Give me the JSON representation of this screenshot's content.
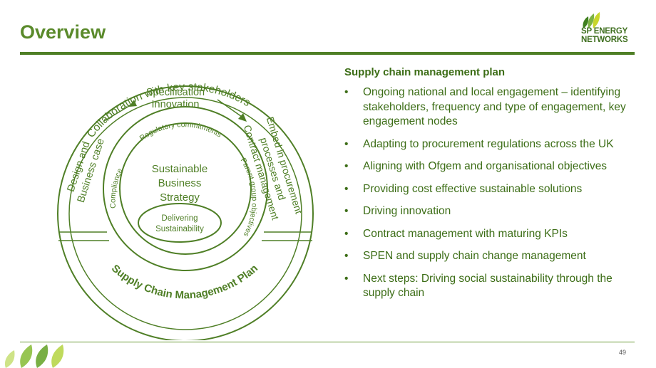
{
  "slide": {
    "title": "Overview",
    "page_number": "49"
  },
  "logo": {
    "line1": "SP ENERGY",
    "line2": "NETWORKS"
  },
  "diagram": {
    "outer_arc_top": "Collaboration with key stakeholders",
    "outer_arc_bottom": "Supply Chain Management Plan",
    "left_outer": [
      "Design and",
      "Business case"
    ],
    "top_center": [
      "Specification",
      "Innovation"
    ],
    "right_outer_a": [
      "Embed in procurement",
      "processes and"
    ],
    "right_outer_b": "Contract management",
    "inner_arc_top": "Regulatory commitments",
    "inner_arc_left": "Compliance",
    "inner_arc_right": "Parent group objectives",
    "core": [
      "Sustainable",
      "Business",
      "Strategy"
    ],
    "core_ellipse": [
      "Delivering",
      "Sustainability"
    ]
  },
  "panel": {
    "heading": "Supply chain management plan",
    "bullet_char": "•",
    "bullets": [
      "Ongoing national and local engagement – identifying stakeholders, frequency and type of engagement, key engagement nodes",
      "Adapting to procurement regulations across the UK",
      "Aligning with Ofgem and organisational objectives",
      "Providing cost effective sustainable solutions",
      "Driving innovation",
      "Contract management with maturing KPIs",
      "SPEN and supply chain change management",
      "Next steps: Driving social sustainability through the supply chain"
    ]
  },
  "colors": {
    "brand_green": "#4f7f26",
    "text_green": "#3c6d16",
    "title_green": "#5a8a2b"
  }
}
